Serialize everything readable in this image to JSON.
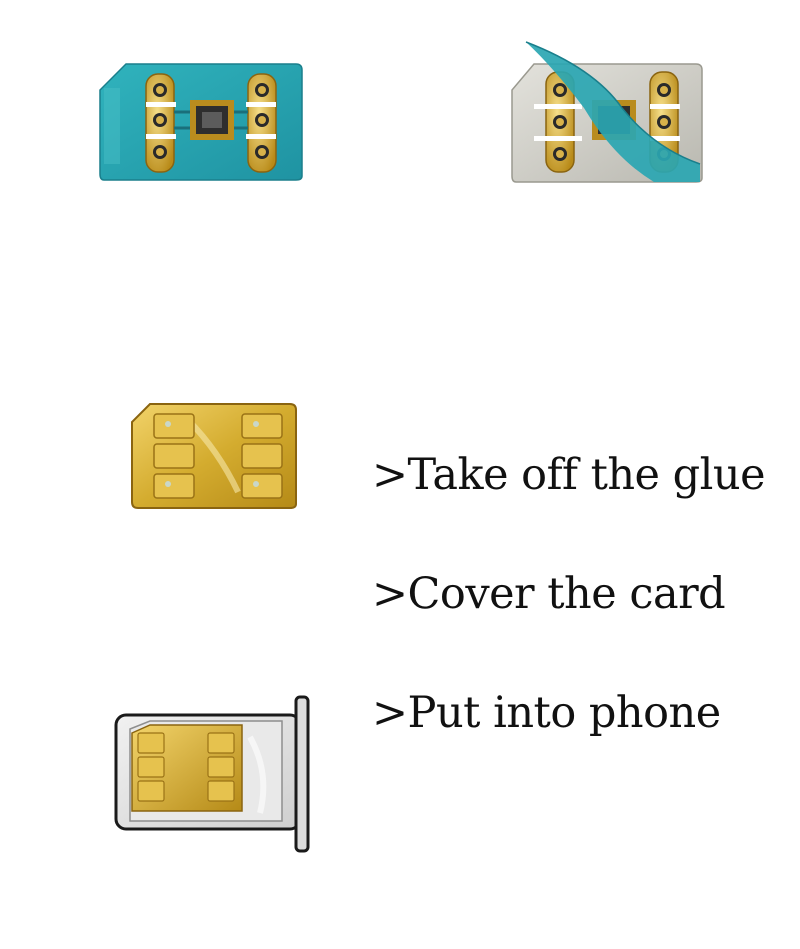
{
  "steps": [
    {
      "label": ">Take off the glue"
    },
    {
      "label": ">Cover the card"
    },
    {
      "label": ">Put into phone"
    }
  ],
  "figures": {
    "chip_blue": {
      "icon": "sim-sticker-with-blue-film-icon"
    },
    "chip_peel": {
      "icon": "sim-sticker-peeling-film-icon"
    },
    "chip_gold": {
      "icon": "gold-sim-sticker-icon"
    },
    "tray": {
      "icon": "sim-tray-with-sticker-icon"
    }
  },
  "colors": {
    "film_blue": "#2aa6b2",
    "gold": "#d4ac2f",
    "silver": "#c9c9c4",
    "text": "#111111"
  }
}
